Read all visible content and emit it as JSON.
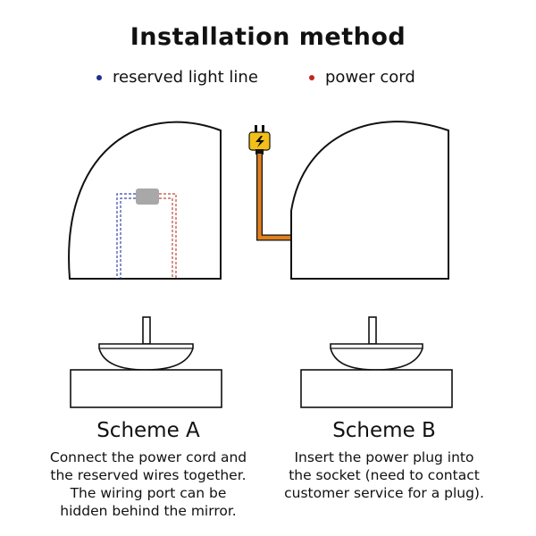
{
  "title": "Installation method",
  "legend": [
    {
      "label": "reserved light line",
      "color": "#1f2f8f"
    },
    {
      "label": "power cord",
      "color": "#c2261f"
    }
  ],
  "colors": {
    "cord": "#e0801f",
    "plug": "#f3c019",
    "wire_blue": "#3a45a8",
    "wire_red": "#c24a3a",
    "junction_box": "#a8a8a8"
  },
  "schemes": [
    {
      "title": "Scheme A",
      "lines": [
        "Connect the power cord and",
        "the reserved wires together.",
        "The wiring port can be",
        "hidden behind the mirror."
      ]
    },
    {
      "title": "Scheme B",
      "lines": [
        "Insert the power plug into",
        "the socket (need to contact",
        "customer service for a plug)."
      ]
    }
  ]
}
